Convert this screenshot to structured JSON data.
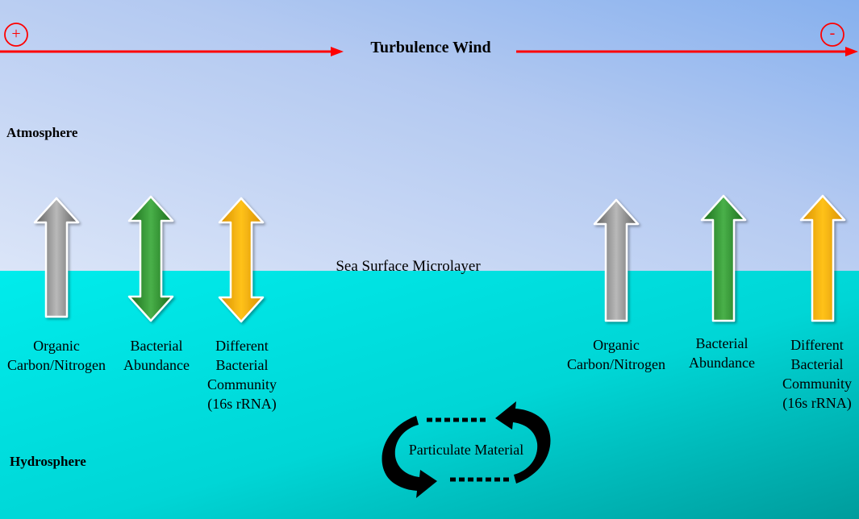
{
  "title": "Turbulence Wind",
  "polarity": {
    "left": "+",
    "right": "-"
  },
  "layers": {
    "atmosphere": "Atmosphere",
    "interface": "Sea Surface Microlayer",
    "hydrosphere": "Hydrosphere"
  },
  "left_group": {
    "organic": [
      "Organic",
      "Carbon/Nitrogen"
    ],
    "abundance": [
      "Bacterial",
      "Abundance"
    ],
    "community": [
      "Different",
      "Bacterial",
      "Community",
      "(16s rRNA)"
    ]
  },
  "right_group": {
    "organic": [
      "Organic",
      "Carbon/Nitrogen"
    ],
    "abundance": [
      "Bacterial",
      "Abundance"
    ],
    "community": [
      "Different",
      "Bacterial",
      "Community",
      "(16s rRNA)"
    ]
  },
  "cycle_label": "Particulate Material",
  "colors": {
    "sky_top": "#8fb3f0",
    "sky_bottom": "#d4e0f6",
    "sea_light": "#00e8e8",
    "sea_dark": "#00a8a8",
    "wind_arrow": "#ff0000",
    "organic_arrow": "#808080",
    "abundance_arrow": "#2e8b2e",
    "community_arrow": "#f4a900"
  },
  "icons": {
    "organic_arrow": "arrow-up-icon",
    "left_abundance_arrow": "arrow-up-down-icon",
    "left_community_arrow": "arrow-up-down-icon",
    "right_abundance_arrow": "arrow-up-icon",
    "right_community_arrow": "arrow-up-icon",
    "cycle": "cycle-arrows-icon"
  }
}
